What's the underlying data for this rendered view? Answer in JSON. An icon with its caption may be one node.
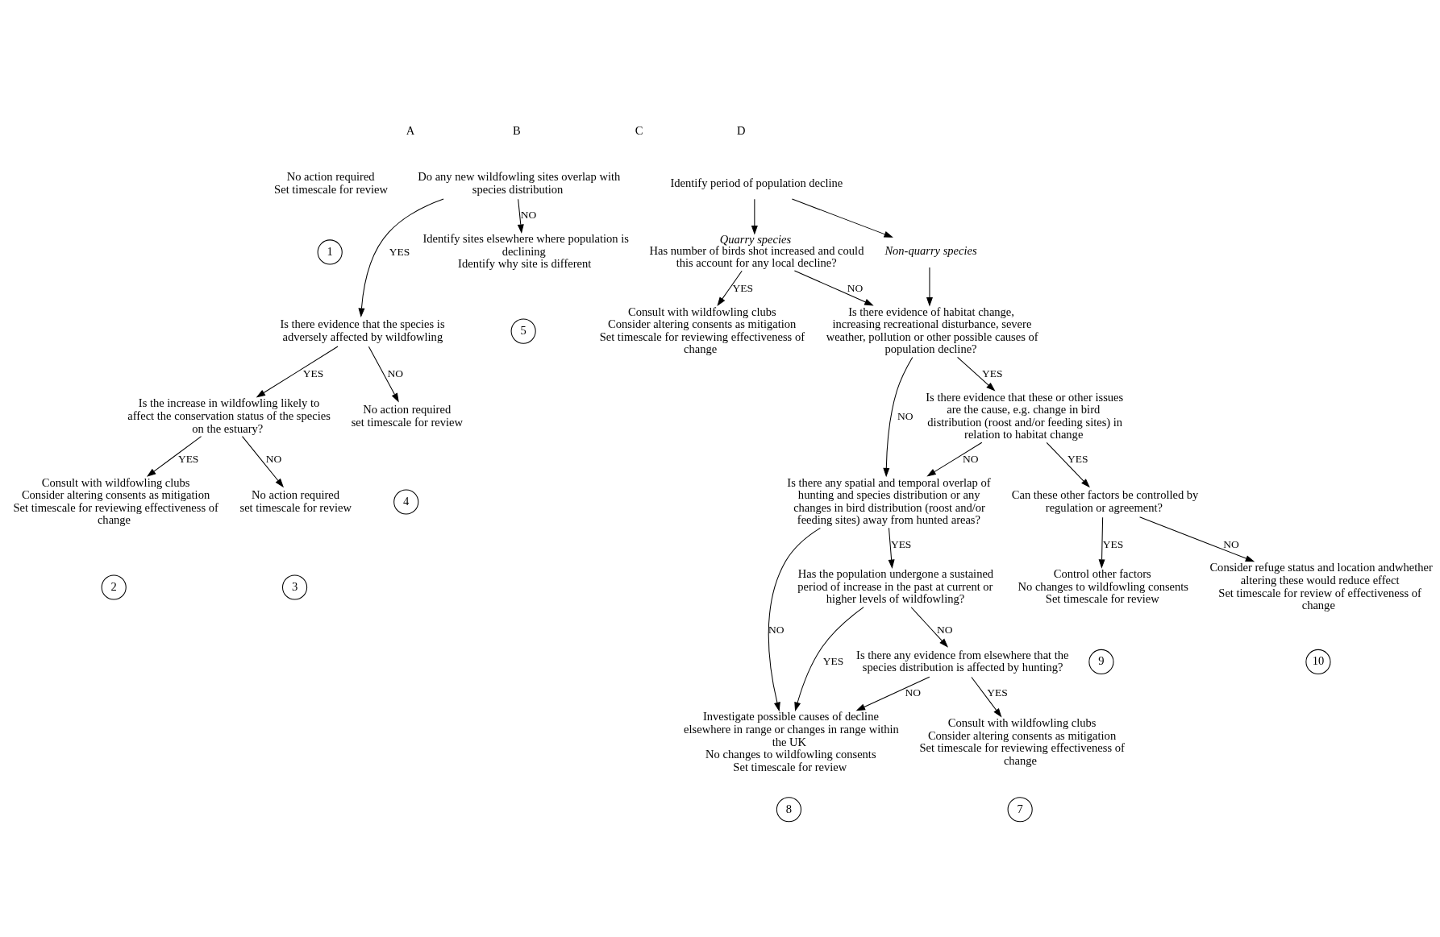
{
  "diagram": {
    "nodes": [
      {
        "text": [
          "No action required",
          "Set timescale for review"
        ]
      },
      {
        "text": [
          "1"
        ]
      },
      {
        "text": [
          "Do any new wildfowling sites overlap with species distribution"
        ]
      },
      {
        "text": [
          "Is there evidence that the species is adversely affected by wildfowling"
        ]
      },
      {
        "text": [
          "Identify sites elsewhere where population is declining",
          "Identify why site is different"
        ]
      },
      {
        "text": [
          "5"
        ]
      },
      {
        "text": [
          "Is the increase in wildfowling likely to affect the conservation status of the species on the estuary?"
        ]
      },
      {
        "text": [
          "No action required",
          "set timescale for review"
        ]
      },
      {
        "text": [
          "4"
        ]
      },
      {
        "text": [
          "Consult with wildfowling clubs",
          "Consider altering consents as mitigation",
          "Set timescale for reviewing effectiveness of change"
        ]
      },
      {
        "text": [
          "2"
        ]
      },
      {
        "text": [
          "No action required",
          "set timescale for review"
        ]
      },
      {
        "text": [
          "3"
        ]
      },
      {
        "text": [
          "Identify period of population decline"
        ]
      },
      {
        "text": [
          "Quarry species",
          "Has number of birds shot increased and could this account for any local decline?"
        ]
      },
      {
        "text": [
          "Non-quarry species"
        ]
      },
      {
        "text": [
          "Consult with wildfowling clubs",
          "Consider altering consents as mitigation",
          "Set timescale for reviewing effectiveness of change"
        ]
      },
      {
        "text": [
          "Is there evidence of habitat change, increasing recreational disturbance, severe weather, pollution or other possible causes of population decline?"
        ]
      },
      {
        "text": [
          "Is there any spatial and temporal overlap of hunting and species distribution or any changes in bird distribution (roost and/or feeding sites) away from hunted areas?"
        ]
      },
      {
        "text": [
          "Is there evidence that these or other issues are the cause, e.g. change in bird distribution (roost and/or feeding sites) in relation to habitat change"
        ]
      },
      {
        "text": [
          "Has the population undergone a sustained period of increase in the past at current or higher levels of wildfowling?"
        ]
      },
      {
        "text": [
          "Investigate possible causes of decline elsewhere in range or changes in range within the UK",
          "No changes to wildfowling consents",
          "Set timescale for review"
        ]
      },
      {
        "text": [
          "8"
        ]
      },
      {
        "text": [
          "Can these other factors be controlled by regulation or agreement?"
        ]
      },
      {
        "text": [
          "Is there any evidence from elsewhere that the species distribution is affected by hunting?"
        ]
      },
      {
        "text": [
          "Control other factors",
          "No changes to wildfowling consents",
          "Set timescale for review"
        ]
      },
      {
        "text": [
          "9"
        ]
      },
      {
        "text": [
          "Consider refuge status and location andwhether altering these would reduce effect",
          "Set timescale for review of effectiveness of change"
        ]
      },
      {
        "text": [
          "10"
        ]
      },
      {
        "text": [
          "Consult with wildfowling clubs",
          "Consider altering consents as mitigation",
          "Set timescale for reviewing effectiveness of change"
        ]
      },
      {
        "text": [
          "7"
        ]
      }
    ],
    "edges": [
      {
        "from": 2,
        "to": 3,
        "arrow": "to",
        "label": "YES"
      },
      {
        "from": 2,
        "to": 4,
        "arrow": "to",
        "label": "NO"
      },
      {
        "from": 3,
        "to": 6,
        "arrow": "to",
        "label": "YES"
      },
      {
        "from": 3,
        "to": 7,
        "arrow": "to",
        "label": "NO"
      },
      {
        "from": 6,
        "to": 9,
        "arrow": "to",
        "label": "YES"
      },
      {
        "from": 6,
        "to": 11,
        "arrow": "to",
        "label": "NO"
      },
      {
        "from": 13,
        "to": 14,
        "arrow": "to"
      },
      {
        "from": 13,
        "to": 15,
        "arrow": "to"
      },
      {
        "from": 14,
        "to": 16,
        "arrow": "to",
        "label": "YES"
      },
      {
        "from": 14,
        "to": 17,
        "arrow": "to",
        "label": "NO"
      },
      {
        "from": 15,
        "to": 17,
        "arrow": "to"
      },
      {
        "from": 17,
        "to": 18,
        "arrow": "to",
        "label": "NO"
      },
      {
        "from": 17,
        "to": 19,
        "arrow": "to",
        "label": "YES"
      },
      {
        "from": 19,
        "to": 18,
        "arrow": "to",
        "label": "NO"
      },
      {
        "from": 18,
        "to": 20,
        "arrow": "to",
        "label": "YES"
      },
      {
        "from": 18,
        "to": 21,
        "arrow": "to",
        "label": "NO"
      },
      {
        "from": 20,
        "to": 21,
        "arrow": "to",
        "label": "YES"
      },
      {
        "from": 20,
        "to": 24,
        "arrow": "to",
        "label": "NO"
      },
      {
        "from": 24,
        "to": 21,
        "arrow": "to",
        "label": "NO"
      },
      {
        "from": 24,
        "to": 29,
        "arrow": "to",
        "label": "YES"
      },
      {
        "from": 19,
        "to": 23,
        "arrow": "to",
        "label": "YES"
      },
      {
        "from": 23,
        "to": 25,
        "arrow": "to",
        "label": "YES"
      },
      {
        "from": 23,
        "to": 27,
        "arrow": "to",
        "label": "NO"
      }
    ],
    "labels": [
      "A",
      "B",
      "C",
      "D"
    ]
  }
}
